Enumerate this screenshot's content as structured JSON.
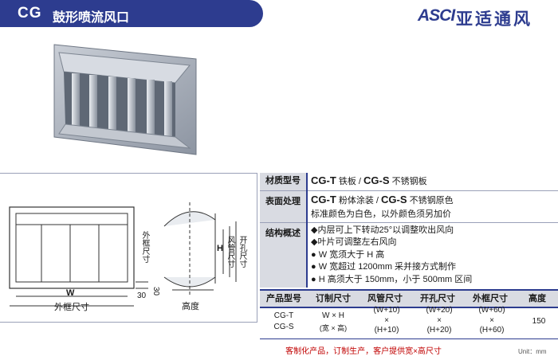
{
  "header": {
    "code": "CG",
    "name": "鼓形喷流风口",
    "brand_logo": "ASCI",
    "brand_name": "亚适通风"
  },
  "colors": {
    "brand": "#2d3c8f",
    "notice": "#c00000",
    "label_bg": "#d9dbe2"
  },
  "drawing": {
    "w_label": "W",
    "outer_width_label": "外框尺寸",
    "dim_30_a": "30",
    "dim_30_b": "30",
    "outer_height_label": "外框尺寸",
    "h_label": "H",
    "duct_size_label": "风管尺寸",
    "opening_size_label": "开孔尺寸",
    "depth_label": "高度"
  },
  "specs": {
    "material_label": "材质型号",
    "material_t_model": "CG-T",
    "material_t_text": "铁板 /",
    "material_s_model": "CG-S",
    "material_s_text": "不锈钢板",
    "finish_label": "表面处理",
    "finish_t_model": "CG-T",
    "finish_t_text": "粉体涂装 /",
    "finish_s_model": "CG-S",
    "finish_s_text": "不锈钢原色",
    "finish_note": "标准颜色为白色，以外颜色须另加价",
    "structure_label": "结构概述",
    "structure_items": [
      "◆内层可上下转动25°以调整吹出风向",
      "◆叶片可调整左右风向",
      "● W 宽须大于 H 高",
      "● W 宽超过 1200mm 采并接方式制作",
      "● H 高须大于 150mm，小于 500mm 区间"
    ]
  },
  "model_table": {
    "headers": [
      "产品型号",
      "订制尺寸",
      "风管尺寸",
      "开孔尺寸",
      "外框尺寸",
      "高度"
    ],
    "models": [
      "CG-T",
      "CG-S"
    ],
    "custom_size": "W × H",
    "custom_size_note": "(宽 × 高)",
    "duct_top": "(W+10)",
    "duct_x": "×",
    "duct_bottom": "(H+10)",
    "opening_top": "(W+20)",
    "opening_x": "×",
    "opening_bottom": "(H+20)",
    "outer_top": "(W+60)",
    "outer_x": "×",
    "outer_bottom": "(H+60)",
    "height": "150"
  },
  "notice": "客制化产品，订制生产，客户提供宽×高尺寸",
  "unit": "Unit：mm"
}
